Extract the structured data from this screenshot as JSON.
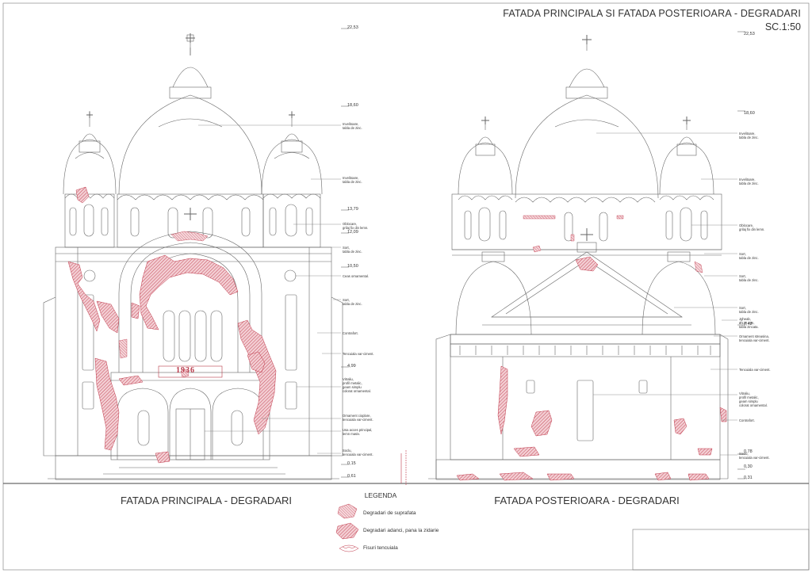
{
  "sheet": {
    "title": "FATADA PRINCIPALA SI FATADA POSTERIOARA - DEGRADARI",
    "scale": "SC.1:50"
  },
  "colors": {
    "line": "#555555",
    "damage": "#c0394b",
    "damage_fill": "#e7a3ad"
  },
  "front": {
    "caption": "FATADA PRINCIPALA -  DEGRADARI",
    "date_inscription": "1936",
    "levels": [
      "22,53",
      "18,60",
      "13,79",
      "12,09",
      "10,50",
      "4,99",
      "0,15",
      "0,61"
    ],
    "notes": [
      "Invelitoare,\ntabla de zinc.",
      "Invelitoare,\ntabla de zinc.",
      "Oblocare,\ngrilaj fix din lemn.",
      "Sort,\ntabla de zinc.",
      "Ceas ornamental.",
      "Sort,\ntabla de zinc.",
      "Contrafort.",
      "Tencuiala var-ciment.",
      "Vitraliu,\nprofil metalic,\ngeam simplu\ncolorat ornamental.",
      "Ornament cioplare,\ntencuiala var-ciment.",
      "Usa acces principal,\nlemn masiv.",
      "Soclu,\ntencuiala var-ciment."
    ]
  },
  "rear": {
    "caption": "FATADA POSTERIOARA - DEGRADARI",
    "levels": [
      "22,53",
      "18,60",
      "7,42",
      "0,78",
      "0,30",
      "0,31"
    ],
    "notes": [
      "Invelitoare,\ntabla de zinc.",
      "Invelitoare,\ntabla de zinc.",
      "Oblocare,\ngrilaj fix din lemn.",
      "Sort,\ntabla de zinc.",
      "Sort,\ntabla de zinc.",
      "Sort,\ntabla de zinc.",
      "Jgheab,\nØ120 mm,\ntabla zincata.",
      "Ornament streasina,\ntencuiala var-ciment.",
      "Tencuiala var-ciment.",
      "Vitraliu,\nprofil metalic,\ngeam simplu\ncolorat ornamental.",
      "Contrafort.",
      "Soclu,\ntencuiala var-ciment."
    ]
  },
  "legend": {
    "title": "LEGENDA",
    "items": [
      {
        "label": "Degradari de suprafata"
      },
      {
        "label": "Degradari adanci, pana la zidarie"
      },
      {
        "label": "Fisuri tencuiala"
      }
    ]
  }
}
